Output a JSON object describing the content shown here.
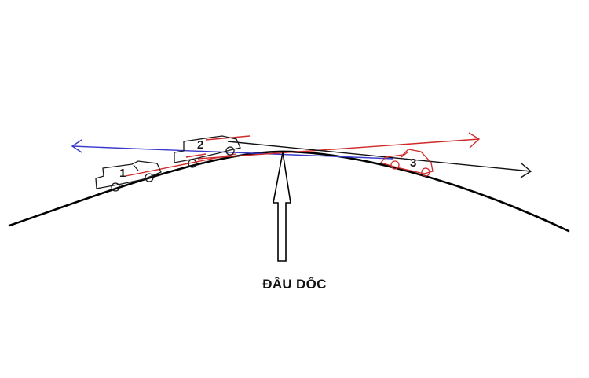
{
  "caption": "ĐẦU DỐC",
  "cars": [
    {
      "label": "1",
      "color": "#1a1a1a"
    },
    {
      "label": "2",
      "color": "#1a1a1a"
    },
    {
      "label": "3",
      "color": "#d12a2a"
    }
  ],
  "colors": {
    "road": "#000000",
    "sight_line_black": "#111111",
    "sight_line_red": "#d12a2a",
    "sight_line_blue": "#3a3acc",
    "arrow_outline": "#000000"
  }
}
